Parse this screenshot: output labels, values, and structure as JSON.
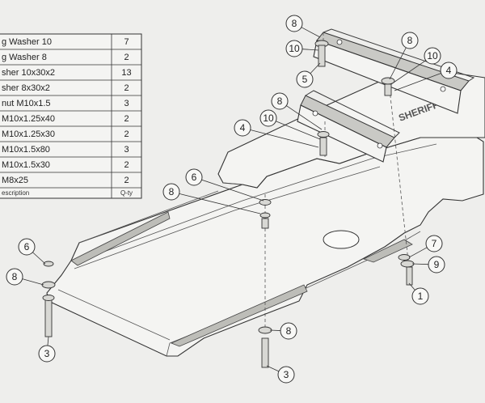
{
  "parts_table": {
    "rows": [
      {
        "description": "g Washer 10",
        "qty": "7"
      },
      {
        "description": "g Washer 8",
        "qty": "2"
      },
      {
        "description": "sher 10x30x2",
        "qty": "13"
      },
      {
        "description": "sher 8x30x2",
        "qty": "2"
      },
      {
        "description": "nut M10x1.5",
        "qty": "3"
      },
      {
        "description": "M10x1.25x40",
        "qty": "2"
      },
      {
        "description": "M10x1.25x30",
        "qty": "2"
      },
      {
        "description": "M10x1.5x80",
        "qty": "3"
      },
      {
        "description": "M10x1.5x30",
        "qty": "2"
      },
      {
        "description": "M8x25",
        "qty": "2"
      }
    ],
    "header": {
      "description": "escription",
      "qty": "Q-ty"
    }
  },
  "embossed_text": "SHERIFF",
  "callouts": [
    {
      "label": "8"
    },
    {
      "label": "10"
    },
    {
      "label": "5"
    },
    {
      "label": "8"
    },
    {
      "label": "10"
    },
    {
      "label": "4"
    },
    {
      "label": "8"
    },
    {
      "label": "10"
    },
    {
      "label": "4"
    },
    {
      "label": "6"
    },
    {
      "label": "8"
    },
    {
      "label": "6"
    },
    {
      "label": "8"
    },
    {
      "label": "3"
    },
    {
      "label": "7"
    },
    {
      "label": "9"
    },
    {
      "label": "1"
    },
    {
      "label": "8"
    },
    {
      "label": "3"
    }
  ]
}
